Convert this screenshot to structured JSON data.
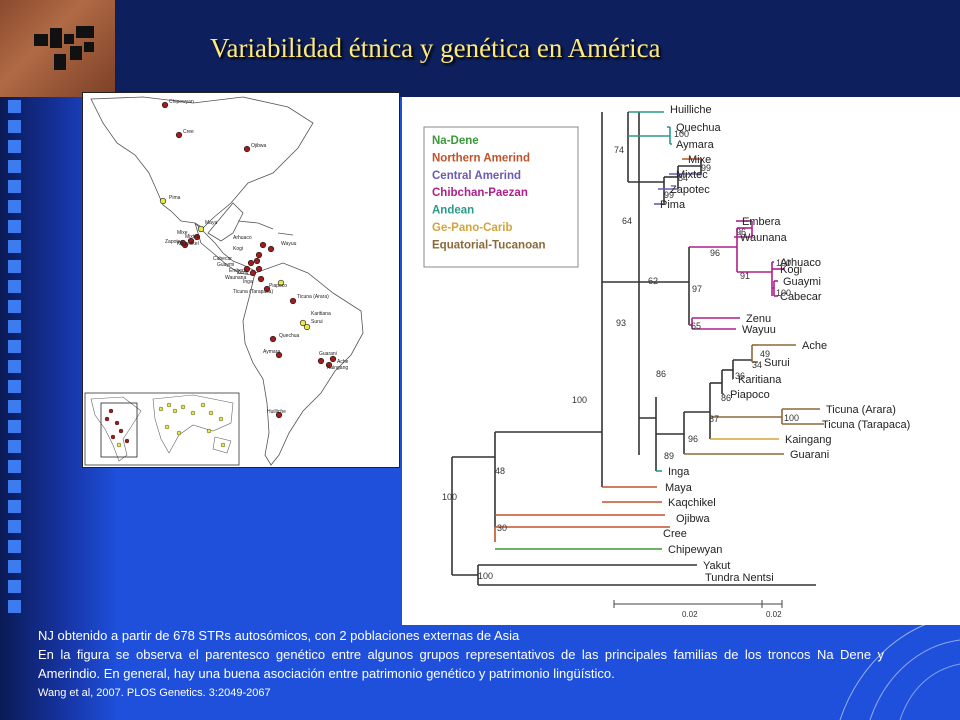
{
  "slide": {
    "title": "Variabilidad étnica y genética en América"
  },
  "map": {
    "populations": [
      "Chipewyan",
      "Cree",
      "Ojibwa",
      "Pima",
      "Maya",
      "Mixe",
      "Mixtec",
      "Kaqchikel",
      "Zapotec",
      "Arhuaco",
      "Wayuu",
      "Kogi",
      "Cabecar",
      "Guaymi",
      "Embera",
      "Waunana",
      "Zenu",
      "Inga",
      "Piapoco",
      "Ticuna (Tarapaca)",
      "Ticuna (Arara)",
      "Karitiana",
      "Surui",
      "Quechua",
      "Aymara",
      "Guarani",
      "Kaingang",
      "Ache",
      "Huilliche"
    ]
  },
  "tree": {
    "legend": [
      {
        "label": "Na-Dene",
        "color": "#3a9a3a"
      },
      {
        "label": "Northern Amerind",
        "color": "#c0532a"
      },
      {
        "label": "Central Amerind",
        "color": "#6a5ab0"
      },
      {
        "label": "Chibchan-Paezan",
        "color": "#b01e8c"
      },
      {
        "label": "Andean",
        "color": "#2a9a8a"
      },
      {
        "label": "Ge-Pano-Carib",
        "color": "#d4a43a"
      },
      {
        "label": "Equatorial-Tucanoan",
        "color": "#8a6a3a"
      }
    ],
    "leaves": [
      "Huilliche",
      "Quechua",
      "Aymara",
      "Mixe",
      "Mixtec",
      "Zapotec",
      "Pima",
      "Embera",
      "Waunana",
      "Arhuaco",
      "Kogi",
      "Guaymi",
      "Cabecar",
      "Zenu",
      "Wayuu",
      "Ache",
      "Surui",
      "Karitiana",
      "Piapoco",
      "Ticuna (Arara)",
      "Ticuna (Tarapaca)",
      "Kaingang",
      "Guarani",
      "Inga",
      "Maya",
      "Kaqchikel",
      "Ojibwa",
      "Cree",
      "Chipewyan",
      "Yakut",
      "Tundra Nentsi"
    ],
    "bootstrap": [
      "74",
      "100",
      "99",
      "84",
      "99",
      "64",
      "96",
      "96",
      "91",
      "100",
      "100",
      "62",
      "97",
      "65",
      "93",
      "49",
      "34",
      "36",
      "86",
      "87",
      "100",
      "96",
      "89",
      "86",
      "100",
      "48",
      "30",
      "100",
      "100"
    ],
    "scale_labels": [
      "0.02",
      "0.02"
    ]
  },
  "caption": {
    "line1": "NJ obtenido a partir de 678 STRs autosómicos, con 2 poblaciones externas de Asia",
    "line2": "En la figura se observa el parentesco genético entre algunos grupos representativos de las principales familias de los troncos Na Dene y Amerindio. En general, hay una buena asociación entre patrimonio genético y patrimonio lingüístico.",
    "ref": "Wang et al, 2007. PLOS Genetics. 3:2049-2067"
  }
}
